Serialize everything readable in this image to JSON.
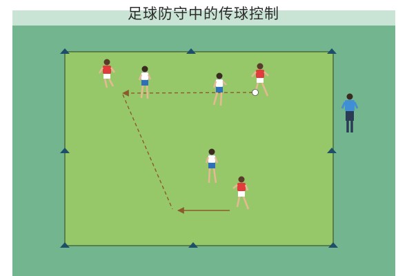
{
  "title": "足球防守中的传球控制",
  "colors": {
    "outer_field": "#73b58f",
    "inner_pitch": "#96c86a",
    "red_team": "#e03c3c",
    "white_team": "#ffffff",
    "shorts_blue": "#2f6fb5",
    "cone": "#1f4e6b",
    "coach_shirt": "#3f8ed6",
    "arrow": "#8b5a2b"
  },
  "diagram": {
    "cones": 8,
    "players": [
      {
        "id": "red-1",
        "team": "red"
      },
      {
        "id": "white-1",
        "team": "white"
      },
      {
        "id": "white-2",
        "team": "white"
      },
      {
        "id": "red-2",
        "team": "red",
        "has_ball": true
      },
      {
        "id": "white-3",
        "team": "white"
      },
      {
        "id": "red-3",
        "team": "red"
      }
    ],
    "coach": "coach",
    "arrows": [
      "pass-from-ball-carrier",
      "diagonal-run",
      "pass-to-runner"
    ]
  }
}
